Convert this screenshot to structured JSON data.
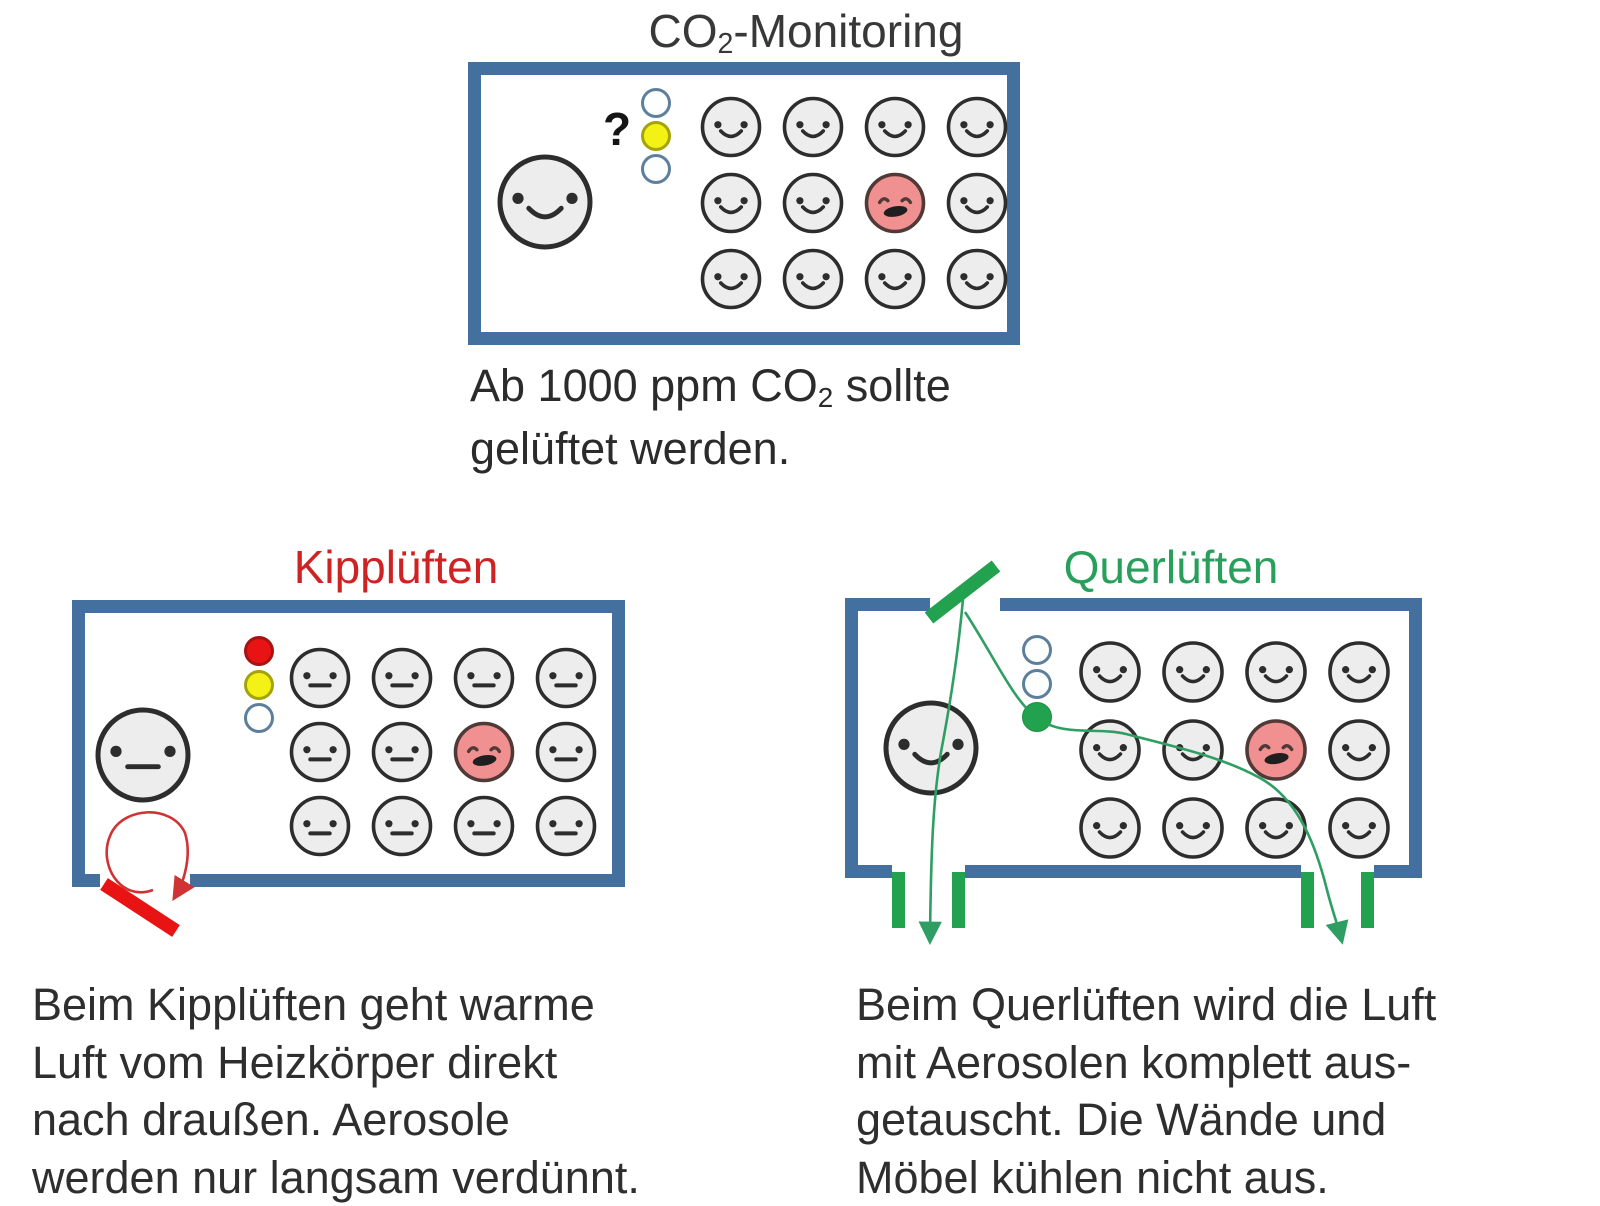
{
  "monitoring": {
    "title": {
      "pre": "CO",
      "sub": "2",
      "post": "-Monitoring"
    },
    "question_mark": "?",
    "caption": {
      "line1_pre": "Ab 1000 ppm CO",
      "line1_sub": "2",
      "line1_post": " sollte",
      "line2": "gelüftet werden."
    },
    "traffic_light": [
      "off",
      "yellow",
      "off"
    ],
    "teacher": "happy",
    "students": [
      "happy",
      "happy",
      "happy",
      "happy",
      "happy",
      "happy",
      "sick",
      "happy",
      "happy",
      "happy",
      "happy",
      "happy"
    ]
  },
  "kipplueften": {
    "title": "Kipplüften",
    "caption_lines": [
      "Beim Kipplüften geht warme",
      "Luft vom Heizkörper direkt",
      "nach draußen. Aerosole",
      "werden nur langsam verdünnt."
    ],
    "traffic_light": [
      "red",
      "yellow",
      "off"
    ],
    "teacher": "neutral",
    "students": [
      "neutral",
      "neutral",
      "neutral",
      "neutral",
      "neutral",
      "neutral",
      "sick",
      "neutral",
      "neutral",
      "neutral",
      "neutral",
      "neutral"
    ]
  },
  "querlueften": {
    "title": "Querlüften",
    "caption_lines": [
      "Beim Querlüften wird die Luft",
      "mit Aerosolen komplett aus-",
      "getauscht.  Die Wände und",
      "Möbel kühlen nicht aus."
    ],
    "traffic_light": [
      "off",
      "off",
      "green"
    ],
    "teacher": "happy",
    "students": [
      "happy",
      "happy",
      "happy",
      "happy",
      "happy",
      "happy",
      "sick",
      "happy",
      "happy",
      "happy",
      "happy",
      "happy"
    ]
  },
  "colors": {
    "wall": "#44709f",
    "title_monitoring": "#383838",
    "title_kipplueften": "#cf2323",
    "title_querlueften": "#28a05c",
    "red": "#e81414",
    "red_stroke": "#a81212",
    "loop_red": "#cf3333",
    "yellow": "#f4f116",
    "yellow_stroke": "#a3a40a",
    "green": "#22a14e",
    "green_stroke": "#1d8f44",
    "curve_green": "#2f9e63",
    "light_off_fill": "#fdffff",
    "light_off_stroke": "#5d7f9c",
    "face_fill": "#ededed",
    "face_stroke": "#2d2d2d",
    "sick_fill": "#f19090",
    "sick_stroke": "#4f3a38",
    "sick_mouth": "#1f1f1f"
  }
}
